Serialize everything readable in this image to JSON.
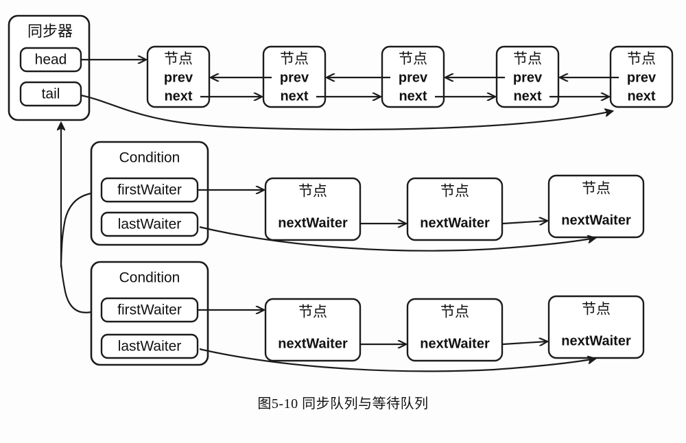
{
  "figure": {
    "caption": "图5-10  同步队列与等待队列",
    "background_color": "#fdfdfd",
    "stroke_color": "#1b1b1b"
  },
  "synchronizer": {
    "title": "同步器",
    "fields": [
      {
        "label": "head",
        "name": "head"
      },
      {
        "label": "tail",
        "name": "tail"
      }
    ]
  },
  "sync_queue": {
    "node_title": "节点",
    "fields": [
      "prev",
      "next"
    ],
    "nodes": [
      {
        "title": "节点",
        "prev": "prev",
        "next": "next"
      },
      {
        "title": "节点",
        "prev": "prev",
        "next": "next"
      },
      {
        "title": "节点",
        "prev": "prev",
        "next": "next"
      },
      {
        "title": "节点",
        "prev": "prev",
        "next": "next"
      },
      {
        "title": "节点",
        "prev": "prev",
        "next": "next"
      }
    ]
  },
  "conditions": [
    {
      "title": "Condition",
      "first_waiter": "firstWaiter",
      "last_waiter": "lastWaiter",
      "waiters": [
        {
          "title": "节点",
          "next_waiter": "nextWaiter"
        },
        {
          "title": "节点",
          "next_waiter": "nextWaiter"
        },
        {
          "title": "节点",
          "next_waiter": "nextWaiter"
        }
      ]
    },
    {
      "title": "Condition",
      "first_waiter": "firstWaiter",
      "last_waiter": "lastWaiter",
      "waiters": [
        {
          "title": "节点",
          "next_waiter": "nextWaiter"
        },
        {
          "title": "节点",
          "next_waiter": "nextWaiter"
        },
        {
          "title": "节点",
          "next_waiter": "nextWaiter"
        }
      ]
    }
  ]
}
